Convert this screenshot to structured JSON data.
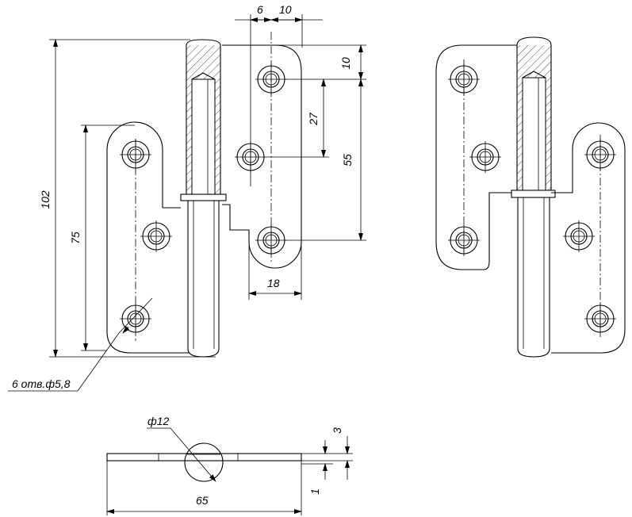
{
  "drawing": {
    "dimensions": {
      "d6": "6",
      "d10_top": "10",
      "d10_right": "10",
      "d27": "27",
      "d55": "55",
      "d18": "18",
      "d102": "102",
      "d75": "75",
      "holes_note": "6 отв.ф5,8",
      "pin_dia": "ф12",
      "d3": "3",
      "d1": "1",
      "d65": "65"
    }
  }
}
